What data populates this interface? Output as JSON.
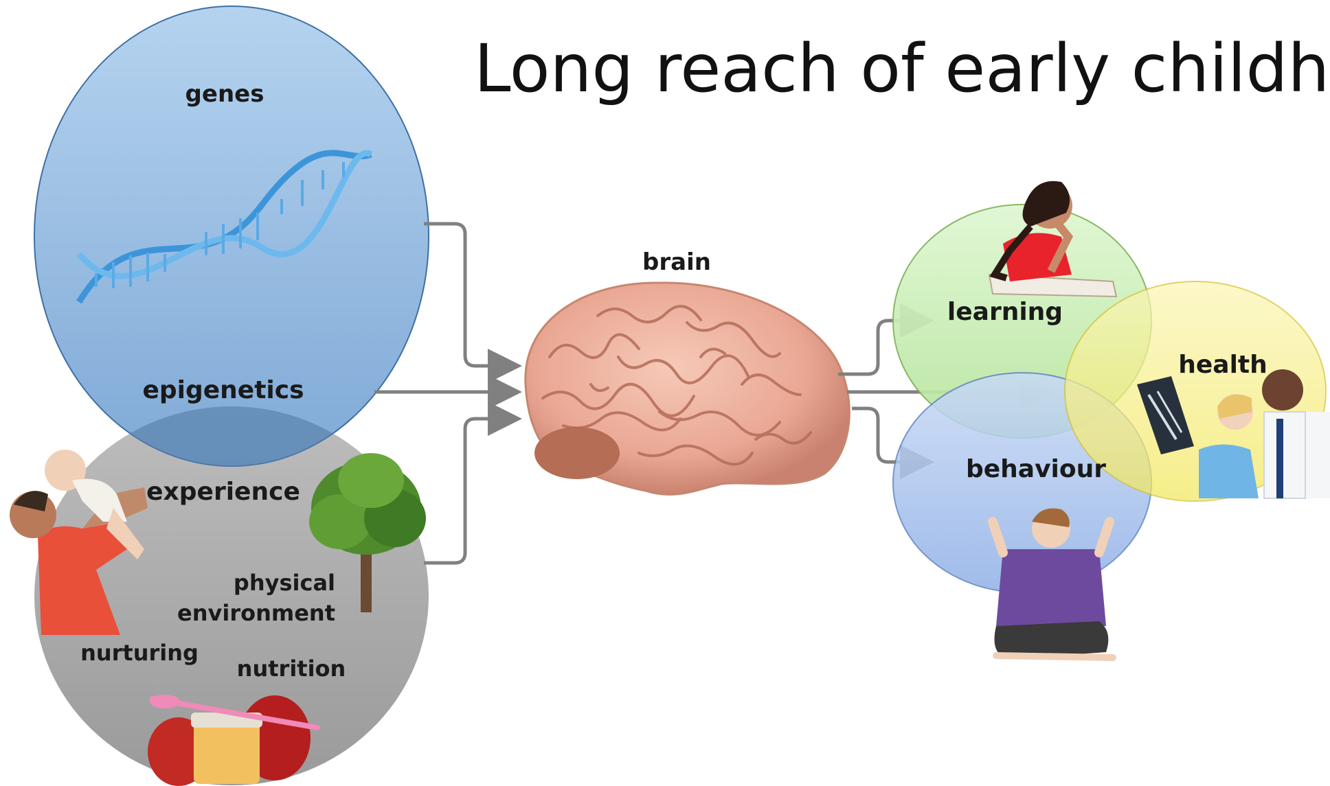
{
  "title": "Long reach of early childho",
  "labels": {
    "genes": "genes",
    "epigenetics": "epigenetics",
    "experience": "experience",
    "physical_line1": "physical",
    "physical_line2": "environment",
    "nurturing": "nurturing",
    "nutrition": "nutrition",
    "brain": "brain",
    "learning": "learning",
    "health": "health",
    "behaviour": "behaviour"
  },
  "icons": {
    "dna": "dna-helix-icon",
    "brain": "brain-icon",
    "tree": "tree-icon",
    "parent_child": "parent-child-icon",
    "food": "apples-and-food-jar-icon",
    "girl_reading": "girl-reading-icon",
    "doctors_xray": "doctors-xray-icon",
    "boy_sitting": "boy-sitting-icon"
  },
  "colors": {
    "genes_circle": "#8fb8e2",
    "experience_circle": "#a9a9a9",
    "epigenetics_overlap": "#6e93bb",
    "learning_circle": "#c9eeb8",
    "health_circle": "#f6ef8c",
    "behaviour_circle": "#a9c3ee",
    "arrow": "#808080"
  }
}
